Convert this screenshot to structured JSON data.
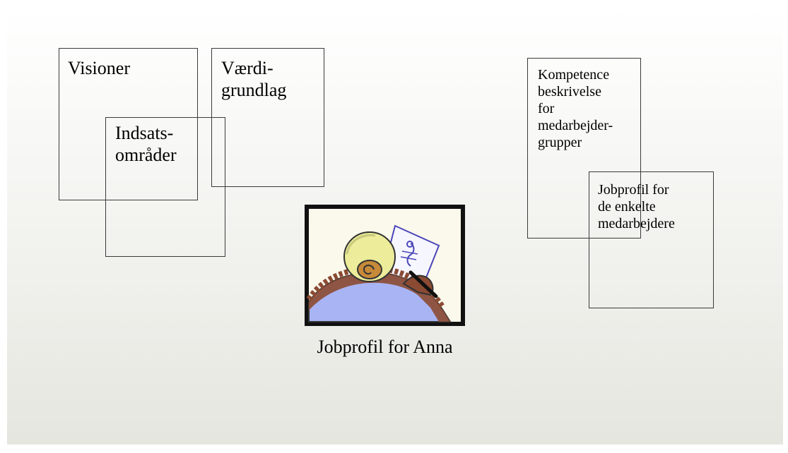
{
  "diagram": {
    "left_boxes": {
      "visioner": "Visioner",
      "vaerdigrundlag": "Værdi-\ngrundlag",
      "indsatsomraader": "Indsats-\nområder"
    },
    "right_boxes": {
      "kompetence": "Kompetence\nbeskrivelse\nfor\nmedarbejder-\ngrupper",
      "jobprofil_enkelte": "Jobprofil for\nde enkelte\nmedarbejdere"
    },
    "center": {
      "picture_icon": "person-writing-icon",
      "caption": "Jobprofil for Anna"
    }
  },
  "colors": {
    "frame": "#111111",
    "paper": "#fbf8ec",
    "head": "#ecec9a",
    "shirt": "#a9b4f4",
    "brown": "#8b4a32",
    "document": "#f6f6ff",
    "document_line": "#4a46b8"
  }
}
